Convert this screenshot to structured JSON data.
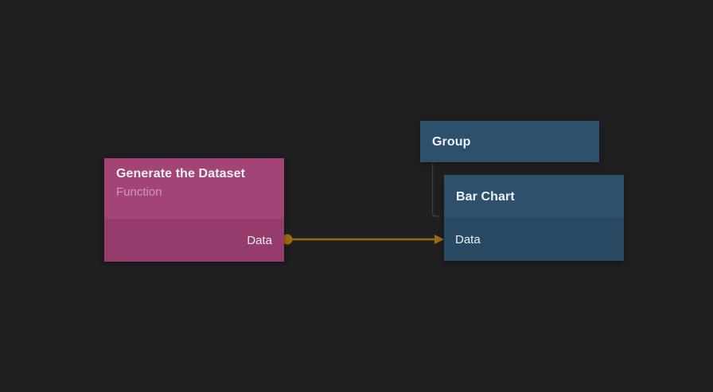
{
  "app": {
    "view": "node-graph-canvas"
  },
  "colors": {
    "bg": "#1f1f1f",
    "pink-header": "#a34477",
    "pink-body": "#953c6d",
    "blue-header": "#2d506d",
    "blue-body": "#2a4a63",
    "wire": "#9a6a10",
    "tree-line": "#3c3c3c",
    "title-text": "#eef1f3",
    "subtitle-text": "#ffffff73"
  },
  "nodes": {
    "generate_dataset": {
      "title": "Generate the Dataset",
      "subtitle": "Function",
      "outputs": [
        {
          "label": "Data"
        }
      ]
    },
    "group": {
      "title": "Group"
    },
    "bar_chart": {
      "title": "Bar Chart",
      "inputs": [
        {
          "label": "Data"
        }
      ]
    }
  },
  "connections": [
    {
      "from": "generate_dataset.outputs.Data",
      "to": "bar_chart.inputs.Data",
      "color": "#9a6a10"
    }
  ],
  "hierarchy": [
    {
      "parent": "Group",
      "child": "Bar Chart",
      "line_color": "#3c3c3c"
    }
  ]
}
